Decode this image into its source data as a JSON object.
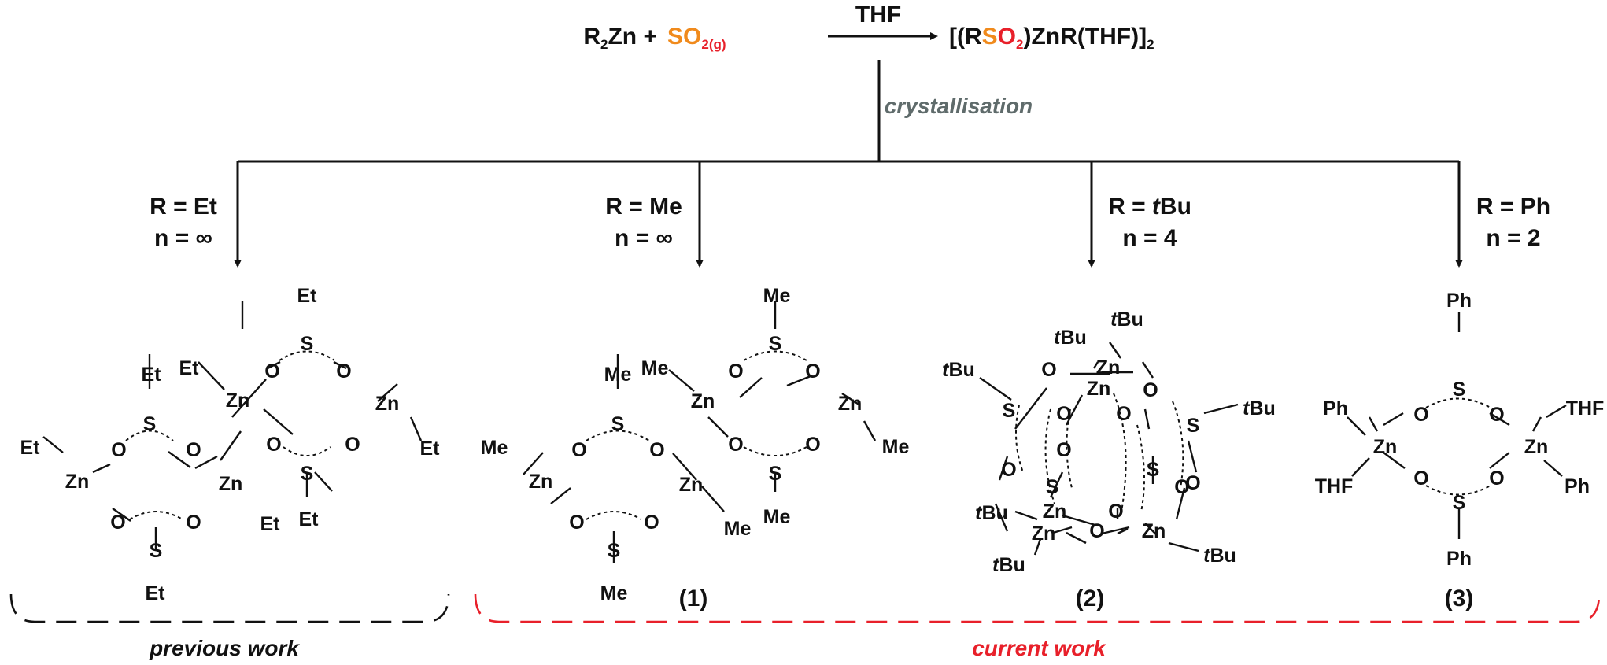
{
  "colors": {
    "bond": "#111111",
    "oxygen": "#e8202a",
    "sulfur": "#f08a1c",
    "current_work": "#e8202a",
    "previous_work": "#111111",
    "crystallisation": "#5f6b6b"
  },
  "reaction": {
    "reactant_a_main": "R",
    "reactant_a_sub": "2",
    "reactant_a_rest": "Zn +",
    "reactant_b_main": "SO",
    "reactant_b_sub": "2(g)",
    "solvent": "THF",
    "product_a": "[(R",
    "product_s": "S",
    "product_o": "O",
    "product_o_sub": "2",
    "product_b": ")ZnR(THF)]",
    "product_b_sub": "2",
    "step": "crystallisation"
  },
  "branches": [
    {
      "r_label": "R = Et",
      "n_label": "n = ∞"
    },
    {
      "r_label": "R = Me",
      "n_label": "n = ∞"
    },
    {
      "r_prefix": "R = ",
      "r_italic": "t",
      "r_rest": "Bu",
      "n_label": "n = 4"
    },
    {
      "r_label": "R = Ph",
      "n_label": "n = 2"
    }
  ],
  "atoms": {
    "zinc": "Zn",
    "sulfur": "S",
    "oxygen": "O",
    "thf": "THF"
  },
  "substituents": {
    "ethyl": "Et",
    "methyl": "Me",
    "phenyl": "Ph",
    "tbu_italic": "t",
    "tbu_rest": "Bu"
  },
  "compound_labels": [
    "(1)",
    "(2)",
    "(3)"
  ],
  "groups": {
    "previous": "previous work",
    "current": "current work"
  }
}
